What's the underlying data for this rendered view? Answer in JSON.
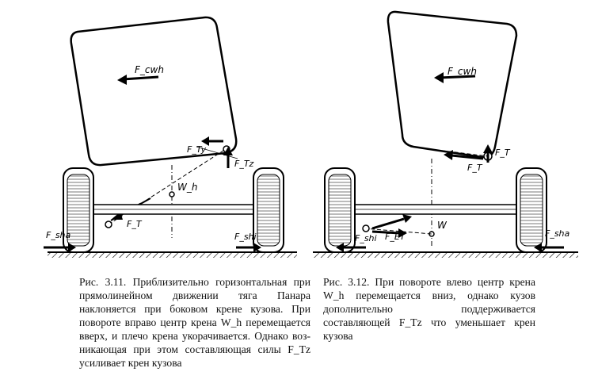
{
  "figure_311": {
    "labels": {
      "f_cwh": "F_cwh",
      "f_ty": "F_Ty",
      "f_tz": "F_Tz",
      "w_h": "W_h",
      "f_t": "F_T",
      "f_sha": "F_sha",
      "f_shi": "F_shi"
    },
    "caption": "Рис. 3.11. Приблизительно горизонтальная при прямолинейном движении тяга Панара наклоняется при боковом крене кузова. При повороте вправо центр крена W_h перемещается вверх, и плечо крена укорачивается. Однако воз-никающая при этом составляющая силы F_Tz усиливает крен кузова"
  },
  "figure_312": {
    "labels": {
      "f_cwh": "F_cwh",
      "f_t_top": "F_T",
      "f_t_mid": "F_T",
      "w": "W",
      "f_shi": "F_shi",
      "f_et": "F_ET",
      "f_sha": "F_sha"
    },
    "caption": "Рис. 3.12. При повороте влево центр крена W_h перемещается вниз, однако кузов дополнительно поддерживается составляющей F_Tz что уменьшает крен кузова"
  }
}
